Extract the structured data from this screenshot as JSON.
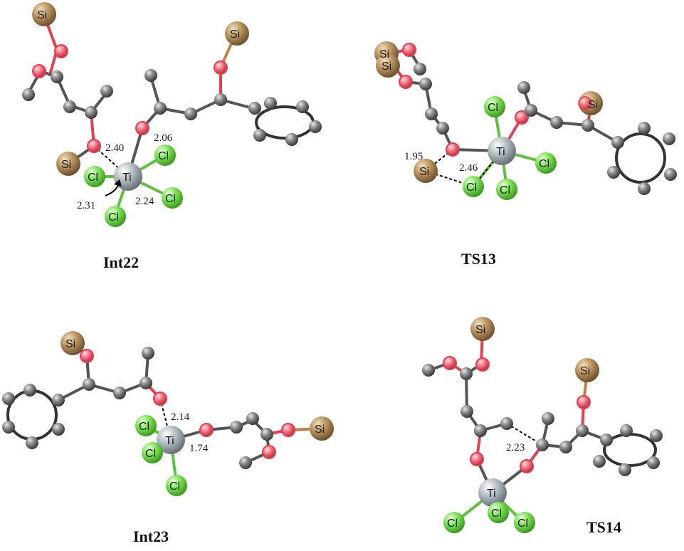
{
  "panels": [
    {
      "title": "Int22",
      "distances": [
        "2.40",
        "2.06",
        "2.31",
        "2.24"
      ]
    },
    {
      "title": "TS13",
      "distances": [
        "1.95",
        "2.46"
      ]
    },
    {
      "title": "Int23",
      "distances": [
        "2.14",
        "1.74"
      ]
    },
    {
      "title": "TS14",
      "distances": [
        "2.23"
      ]
    }
  ],
  "atom_labels": {
    "Si": "Si",
    "Ti": "Ti",
    "Cl": "Cl"
  },
  "colors": {
    "carbon": "#8c8c8c",
    "oxygen": "#f26d7d",
    "silicon": "#b8925c",
    "titanium": "#aab2ba",
    "chlorine": "#7ee05a"
  }
}
